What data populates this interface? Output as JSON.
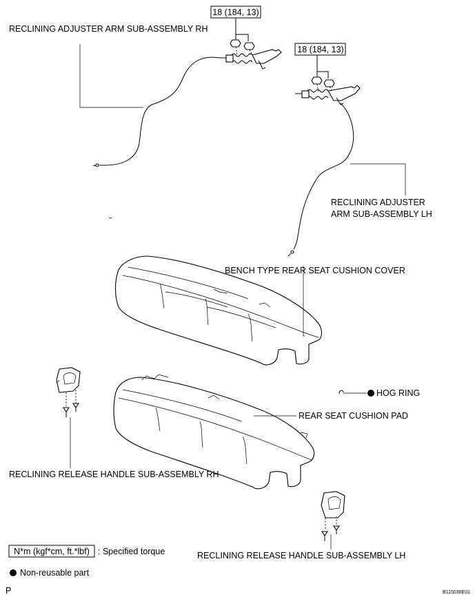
{
  "labels": {
    "torque_rh": "18 (184, 13)",
    "torque_lh": "18 (184, 13)",
    "arm_rh": "RECLINING ADJUSTER ARM SUB-ASSEMBLY RH",
    "arm_lh_line1": "RECLINING ADJUSTER",
    "arm_lh_line2": "ARM SUB-ASSEMBLY LH",
    "cushion_cover": "BENCH TYPE REAR SEAT CUSHION COVER",
    "hog_ring": "HOG RING",
    "cushion_pad": "REAR SEAT CUSHION PAD",
    "handle_rh": "RECLINING RELEASE HANDLE SUB-ASSEMBLY RH",
    "handle_lh": "RECLINING RELEASE HANDLE SUB-ASSEMBLY LH"
  },
  "legend": {
    "torque_box": "N*m (kgf*cm, ft.*lbf)",
    "torque_desc": ": Specified torque",
    "nonreusable": "Non-reusable part"
  },
  "footer": {
    "page_letter": "P",
    "drawing_code": "B115036E01"
  }
}
